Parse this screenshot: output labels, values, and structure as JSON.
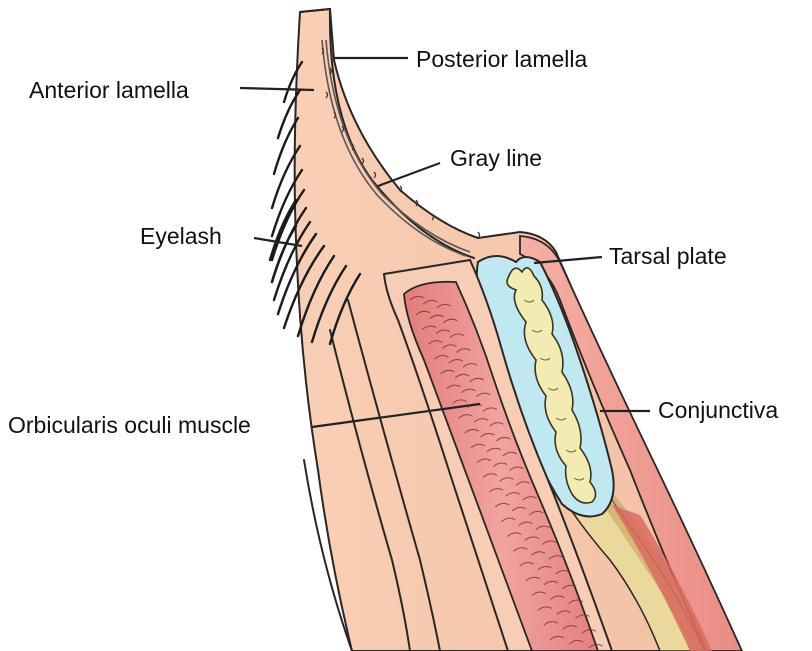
{
  "labels": {
    "posterior_lamella": "Posterior lamella",
    "anterior_lamella": "Anterior lamella",
    "gray_line": "Gray line",
    "eyelash": "Eyelash",
    "tarsal_plate": "Tarsal plate",
    "orbicularis_oculi_muscle": "Orbicularis oculi muscle",
    "conjunctiva": "Conjunctiva"
  },
  "colors": {
    "skin": "#f6c9ae",
    "muscle": "#ec8f8c",
    "tarsal_plate": "#bde6ef",
    "meibomian_gland": "#f1eab0",
    "conjunctiva": "#f2a49a",
    "tan_layer": "#e8d79c",
    "eyelash": "#1a1a1a"
  }
}
